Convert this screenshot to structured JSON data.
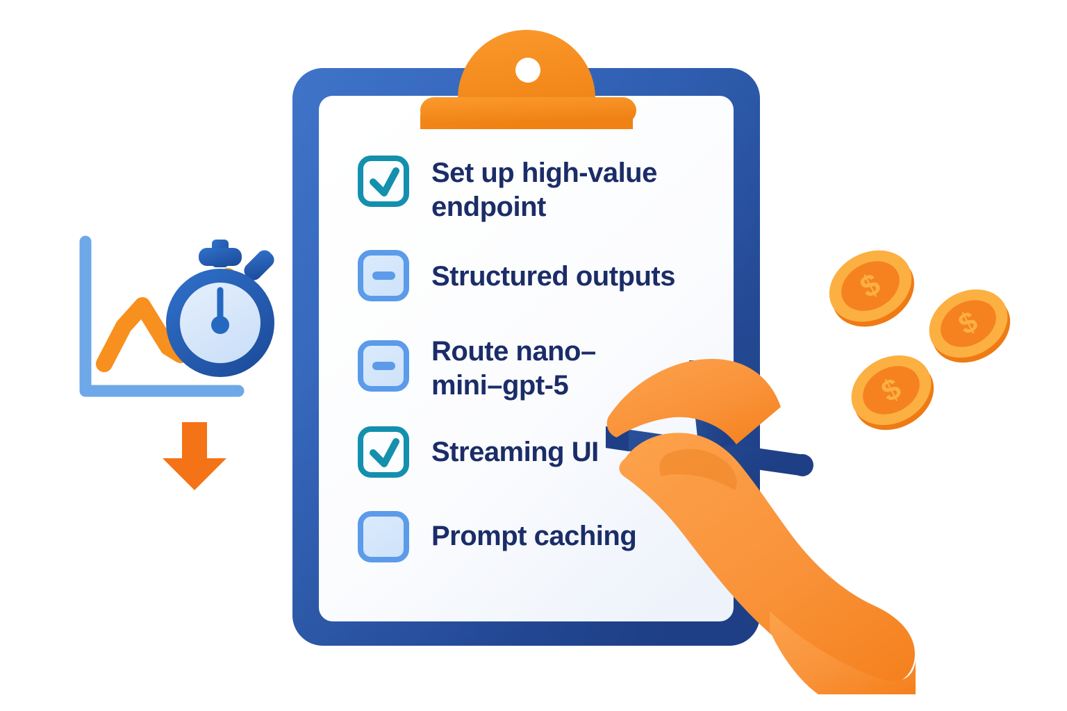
{
  "illustration": {
    "title": "GPT-5 cost optimization checklist on a clipboard",
    "background_color": "#ffffff"
  },
  "clipboard": {
    "frame_color_top": "#3b6fc4",
    "frame_color_bottom": "#1e3f86",
    "page_color": "#fbfcfe",
    "clip_color": "#f7901e",
    "clip_hole_color": "#ffffff"
  },
  "checklist": {
    "items": [
      {
        "label": "Set up high-value endpoint",
        "lines": [
          "Set up high-value",
          "endpoint"
        ],
        "state": "checked",
        "box_border_color": "#1390ad",
        "box_fill_color": "#fbfdfe",
        "mark_color": "#1390ad",
        "mark_glyph": "check"
      },
      {
        "label": "Structured outputs",
        "lines": [
          "Structured outputs"
        ],
        "state": "indeterminate",
        "box_border_color": "#5b9bea",
        "box_fill_color": "#d4e7fb",
        "mark_color": "#5b9bea",
        "mark_glyph": "dash"
      },
      {
        "label": "Route nano–mini–gpt-5",
        "lines": [
          "Route nano–",
          "mini–gpt-5"
        ],
        "state": "indeterminate",
        "box_border_color": "#5b9bea",
        "box_fill_color": "#d4e7fb",
        "mark_color": "#5b9bea",
        "mark_glyph": "dash"
      },
      {
        "label": "Streaming UI",
        "lines": [
          "Streaming UI"
        ],
        "state": "checked",
        "box_border_color": "#1390ad",
        "box_fill_color": "#fbfdfe",
        "mark_color": "#1390ad",
        "mark_glyph": "check"
      },
      {
        "label": "Prompt caching",
        "lines": [
          "Prompt caching"
        ],
        "state": "unchecked",
        "box_border_color": "#5b9bea",
        "box_fill_color": "#d4e7fb",
        "mark_color": "none",
        "mark_glyph": "none"
      }
    ],
    "text_color": "#1b2d68"
  },
  "chart_icon": {
    "name": "declining-cost-chart-with-stopwatch",
    "axis_color": "#6fa8e8",
    "line_color": "#f7901e",
    "stopwatch": {
      "ring_color": "#2568c0",
      "face_color": "#d6e7fa",
      "hand_color": "#2568c0",
      "crown_color": "#2568c0"
    }
  },
  "down_arrow": {
    "name": "down-arrow",
    "color": "#f47317"
  },
  "coins": {
    "name": "dollar-coins",
    "symbol": "$",
    "count": 3,
    "rim_color": "#fcb042",
    "face_color": "#f5821f",
    "edge_color": "#ef7a14",
    "glyph_color": "#fcb042"
  },
  "hand": {
    "name": "hand-holding-pen",
    "skin_color": "#f99a3e",
    "skin_shadow_color": "#ef8424",
    "pen_color": "#23498f",
    "pen_tip_color": "#1e3f86"
  }
}
